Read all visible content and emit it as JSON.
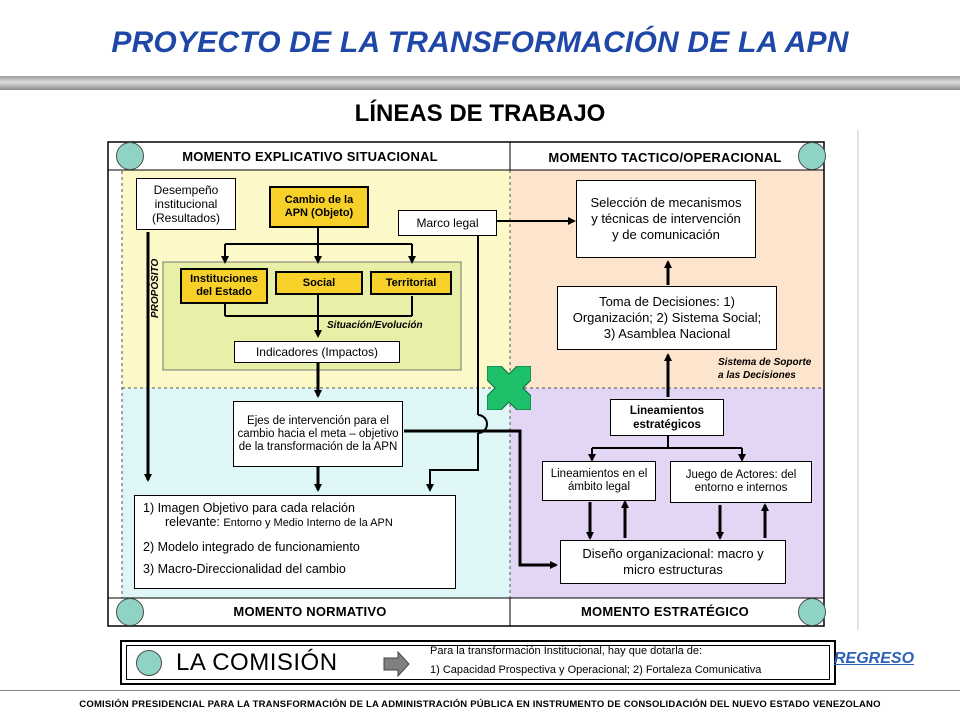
{
  "slide": {
    "title": "PROYECTO DE LA TRANSFORMACIÓN DE LA APN",
    "subtitle": "LÍNEAS DE TRABAJO"
  },
  "quadrants": {
    "top_left": "MOMENTO EXPLICATIVO SITUACIONAL",
    "top_right": "MOMENTO TACTICO/OPERACIONAL",
    "bottom_left": "MOMENTO NORMATIVO",
    "bottom_right": "MOMENTO ESTRATÉGICO"
  },
  "boxes": {
    "desempeno": "Desempeño institucional (Resultados)",
    "cambio": "Cambio de la APN (Objeto)",
    "marco": "Marco legal",
    "instituciones": "Instituciones del Estado",
    "social": "Social",
    "territorial": "Territorial",
    "situacion": "Situación/Evolución",
    "proposito": "PROPÓSITO",
    "indicadores": "Indicadores (Impactos)",
    "ejes": "Ejes de intervención para el cambio hacia el meta – objetivo de la transformación de la APN",
    "imagen_1": "1) Imagen Objetivo para cada relación",
    "imagen_1b": "relevante:",
    "imagen_1c": "Entorno y Medio Interno de la APN",
    "imagen_2": "2) Modelo integrado de funcionamiento",
    "imagen_3": "3) Macro-Direccionalidad del cambio",
    "seleccion": "Selección de mecanismos y técnicas de intervención y de comunicación",
    "toma": "Toma de Decisiones: 1) Organización; 2) Sistema Social; 3) Asamblea Nacional",
    "soporte": "Sistema de Soporte a las Decisiones",
    "lineamientos": "Lineamientos estratégicos",
    "lin_legal": "Lineamientos en el ámbito legal",
    "actores": "Juego de Actores: del entorno e internos",
    "diseno": "Diseño organizacional: macro y micro estructuras"
  },
  "comision": {
    "label": "LA COMISIÓN",
    "line1": "Para la transformación Institucional, hay que dotarla de:",
    "line2": "1) Capacidad Prospectiva y Operacional; 2) Fortaleza Comunicativa"
  },
  "nav": {
    "regreso": "REGRESO"
  },
  "footer": "COMISIÓN PRESIDENCIAL PARA LA TRANSFORMACIÓN DE LA ADMINISTRACIÓN PÚBLICA EN INSTRUMENTO DE CONSOLIDACIÓN DEL NUEVO ESTADO VENEZOLANO",
  "colors": {
    "title": "#1f47a8",
    "q_top_left": "#fdf8c8",
    "q_top_right": "#fde4cd",
    "q_bottom_left": "#dff6f6",
    "q_bottom_right": "#e3d6f4",
    "proposito_panel": "#e7f0a6",
    "yellow_box": "#f7d12a",
    "corner_circle": "#8fd3c5",
    "cross_icon": "#1fc06a"
  }
}
